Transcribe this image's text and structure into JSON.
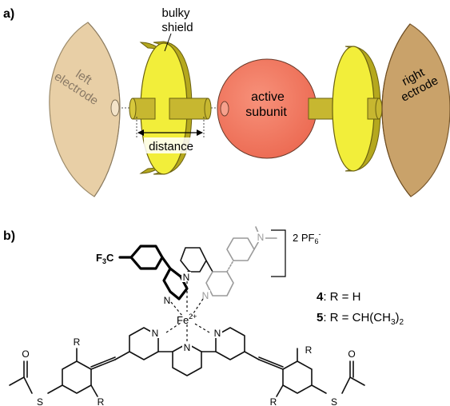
{
  "panel_a": {
    "label": "a)",
    "left_electrode": {
      "line1": "left",
      "line2": "electrode"
    },
    "bulky_shield": {
      "line1": "bulky",
      "line2": "shield"
    },
    "active_subunit": {
      "line1": "active",
      "line2": "subunit"
    },
    "right_electrode": {
      "line1": "right",
      "line2": "ectrode"
    },
    "distance": "distance"
  },
  "panel_b": {
    "label": "b)",
    "counterion": {
      "prefix": "2 PF",
      "sub": "6",
      "sup": "-"
    },
    "cf3": {
      "f": "F",
      "sub": "3",
      "c": "C"
    },
    "metal": {
      "symbol": "Fe",
      "charge": "2+"
    },
    "nitrogen": "N",
    "r_group": "R",
    "oxygen": "O",
    "sulfur": "S",
    "compound4": {
      "num": "4",
      "text": ": R = H"
    },
    "compound5": {
      "num": "5",
      "text": ": R = CH(CH",
      "sub": "3",
      "close": ")",
      "sub2": "2"
    }
  },
  "colors": {
    "electrode_left": "#e8cfa6",
    "electrode_right": "#c9a26a",
    "shield_face": "#f2ee3a",
    "shield_rim": "#b5a81e",
    "axle": "#c7b730",
    "subunit": "#f27a62",
    "label_gray": "#8a7a66"
  }
}
